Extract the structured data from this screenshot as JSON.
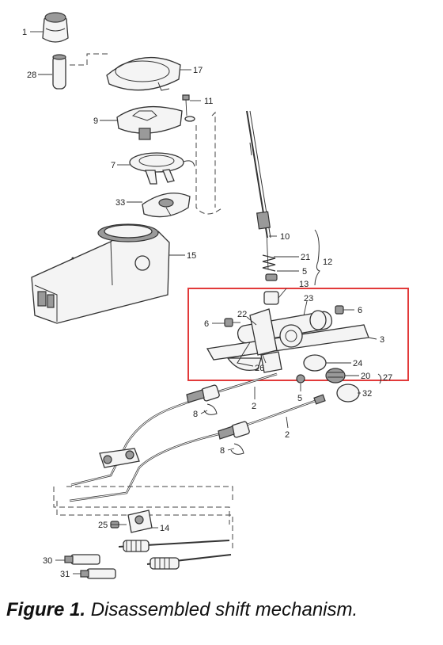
{
  "caption": {
    "figure_label": "Figure 1.",
    "text": " Disassembled shift mechanism."
  },
  "callouts": {
    "c1": "1",
    "c28": "28",
    "c17": "17",
    "c11": "11",
    "c9": "9",
    "c7": "7",
    "c33": "33",
    "c15": "15",
    "c10": "10",
    "c21": "21",
    "c12": "12",
    "c5a": "5",
    "c13": "13",
    "c23": "23",
    "c6a": "6",
    "c22": "22",
    "c6b": "6",
    "c3": "3",
    "c26": "26",
    "c24": "24",
    "c20": "20",
    "c27": "27",
    "c5b": "5",
    "c2a": "2",
    "c32": "32",
    "c8a": "8",
    "c2b": "2",
    "c8b": "8",
    "c25": "25",
    "c14": "14",
    "c30": "30",
    "c31": "31"
  },
  "colors": {
    "highlight_box": "#e23a3a",
    "line_art": "#333333"
  }
}
